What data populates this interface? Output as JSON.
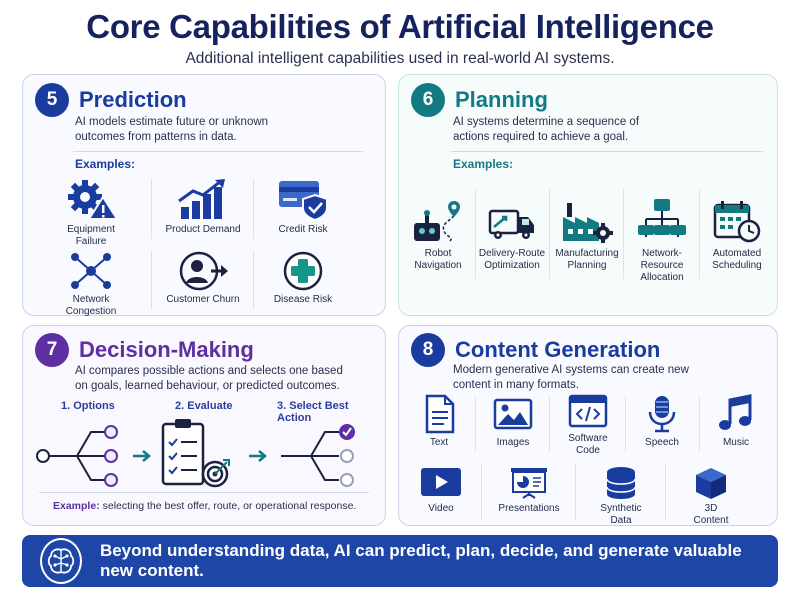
{
  "header": {
    "title": "Core Capabilities of Artificial Intelligence",
    "subtitle": "Additional intelligent capabilities used in real-world AI systems."
  },
  "colors": {
    "navy": "#16225e",
    "blue": "#1a3c9e",
    "teal": "#127a82",
    "purple": "#5e2fa2",
    "banner": "#1d46a6"
  },
  "panels": {
    "prediction": {
      "number": "5",
      "title": "Prediction",
      "description": "AI models estimate future or unknown outcomes from patterns in data.",
      "examples_label": "Examples:",
      "items": [
        {
          "label": "Equipment Failure",
          "icon": "gear-warning-icon"
        },
        {
          "label": "Product Demand",
          "icon": "rising-bar-chart-icon"
        },
        {
          "label": "Credit Risk",
          "icon": "credit-card-shield-icon"
        },
        {
          "label": "Network Congestion",
          "icon": "network-nodes-icon"
        },
        {
          "label": "Customer Churn",
          "icon": "user-leaving-icon"
        },
        {
          "label": "Disease Risk",
          "icon": "medical-cross-icon"
        }
      ]
    },
    "planning": {
      "number": "6",
      "title": "Planning",
      "description": "AI systems determine a sequence of actions required to achieve a goal.",
      "examples_label": "Examples:",
      "items": [
        {
          "label": "Robot Navigation",
          "icon": "robot-path-icon"
        },
        {
          "label": "Delivery-Route Optimization",
          "icon": "delivery-truck-icon"
        },
        {
          "label": "Manufacturing Planning",
          "icon": "factory-gear-icon"
        },
        {
          "label": "Network-Resource Allocation",
          "icon": "hierarchy-icon"
        },
        {
          "label": "Automated Scheduling",
          "icon": "calendar-clock-icon"
        }
      ]
    },
    "decision": {
      "number": "7",
      "title": "Decision-Making",
      "description": "AI compares possible actions and selects one based on goals, learned behaviour, or predicted outcomes.",
      "steps": [
        "1. Options",
        "2. Evaluate",
        "3. Select Best Action"
      ],
      "example_label": "Example:",
      "example_text": "selecting the best offer, route, or operational response."
    },
    "content": {
      "number": "8",
      "title": "Content Generation",
      "description": "Modern generative AI systems can create new content in many formats.",
      "items": [
        {
          "label": "Text",
          "icon": "document-icon"
        },
        {
          "label": "Images",
          "icon": "image-icon"
        },
        {
          "label": "Software Code",
          "icon": "code-window-icon"
        },
        {
          "label": "Speech",
          "icon": "microphone-icon"
        },
        {
          "label": "Music",
          "icon": "music-note-icon"
        },
        {
          "label": "Video",
          "icon": "video-play-icon"
        },
        {
          "label": "Presentations",
          "icon": "presentation-board-icon"
        },
        {
          "label": "Synthetic Data",
          "icon": "database-icon"
        },
        {
          "label": "3D Content",
          "icon": "cube-icon"
        }
      ]
    }
  },
  "banner": {
    "text": "Beyond understanding data, AI can predict, plan, decide, and generate valuable new content.",
    "icon": "brain-circuit-icon"
  }
}
